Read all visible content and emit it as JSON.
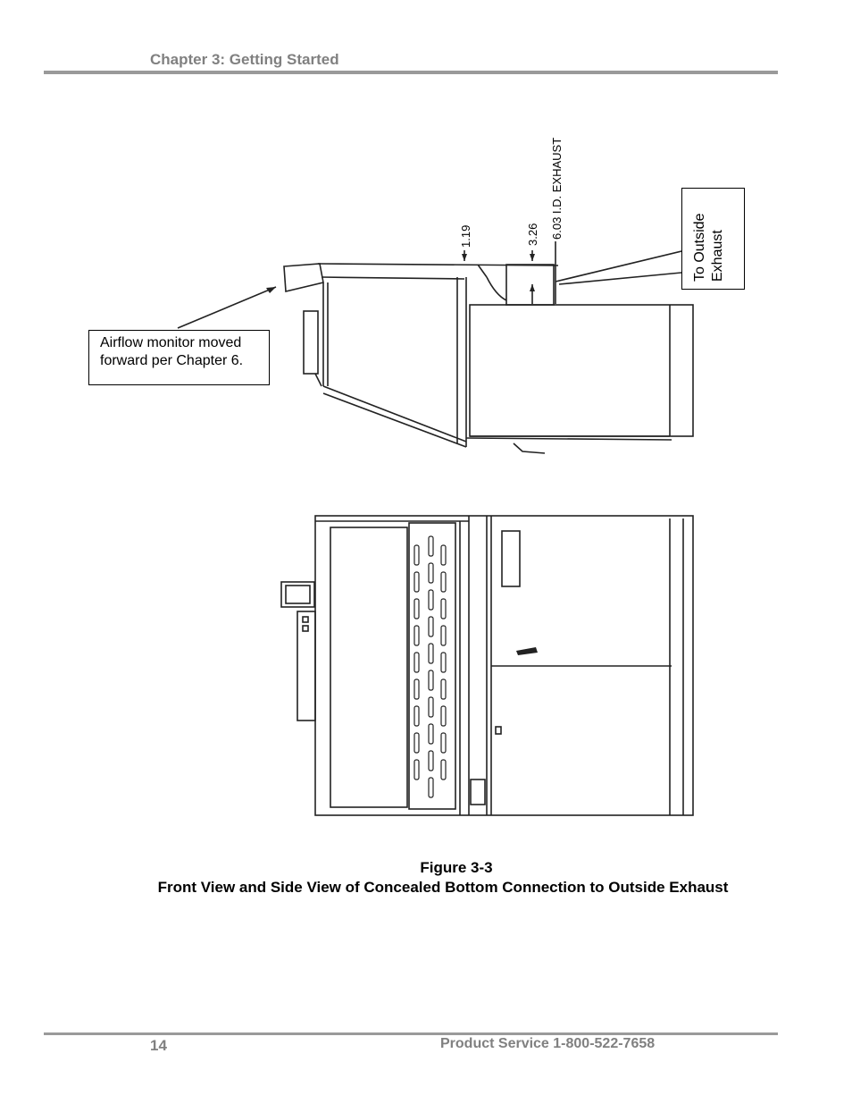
{
  "header": {
    "chapter": "Chapter 3: Getting Started"
  },
  "figure": {
    "callout_airflow_line1": "Airflow monitor moved",
    "callout_airflow_line2": "forward per Chapter 6.",
    "callout_exhaust": "To Outside\nExhaust",
    "dim_1": "1.19",
    "dim_2": "3.26",
    "dim_3": "6.03 I.D. EXHAUST",
    "caption_number": "Figure 3-3",
    "caption_title": "Front View and Side View of Concealed Bottom Connection to Outside Exhaust"
  },
  "footer": {
    "page_number": "14",
    "product_service": "Product Service 1-800-522-7658"
  }
}
